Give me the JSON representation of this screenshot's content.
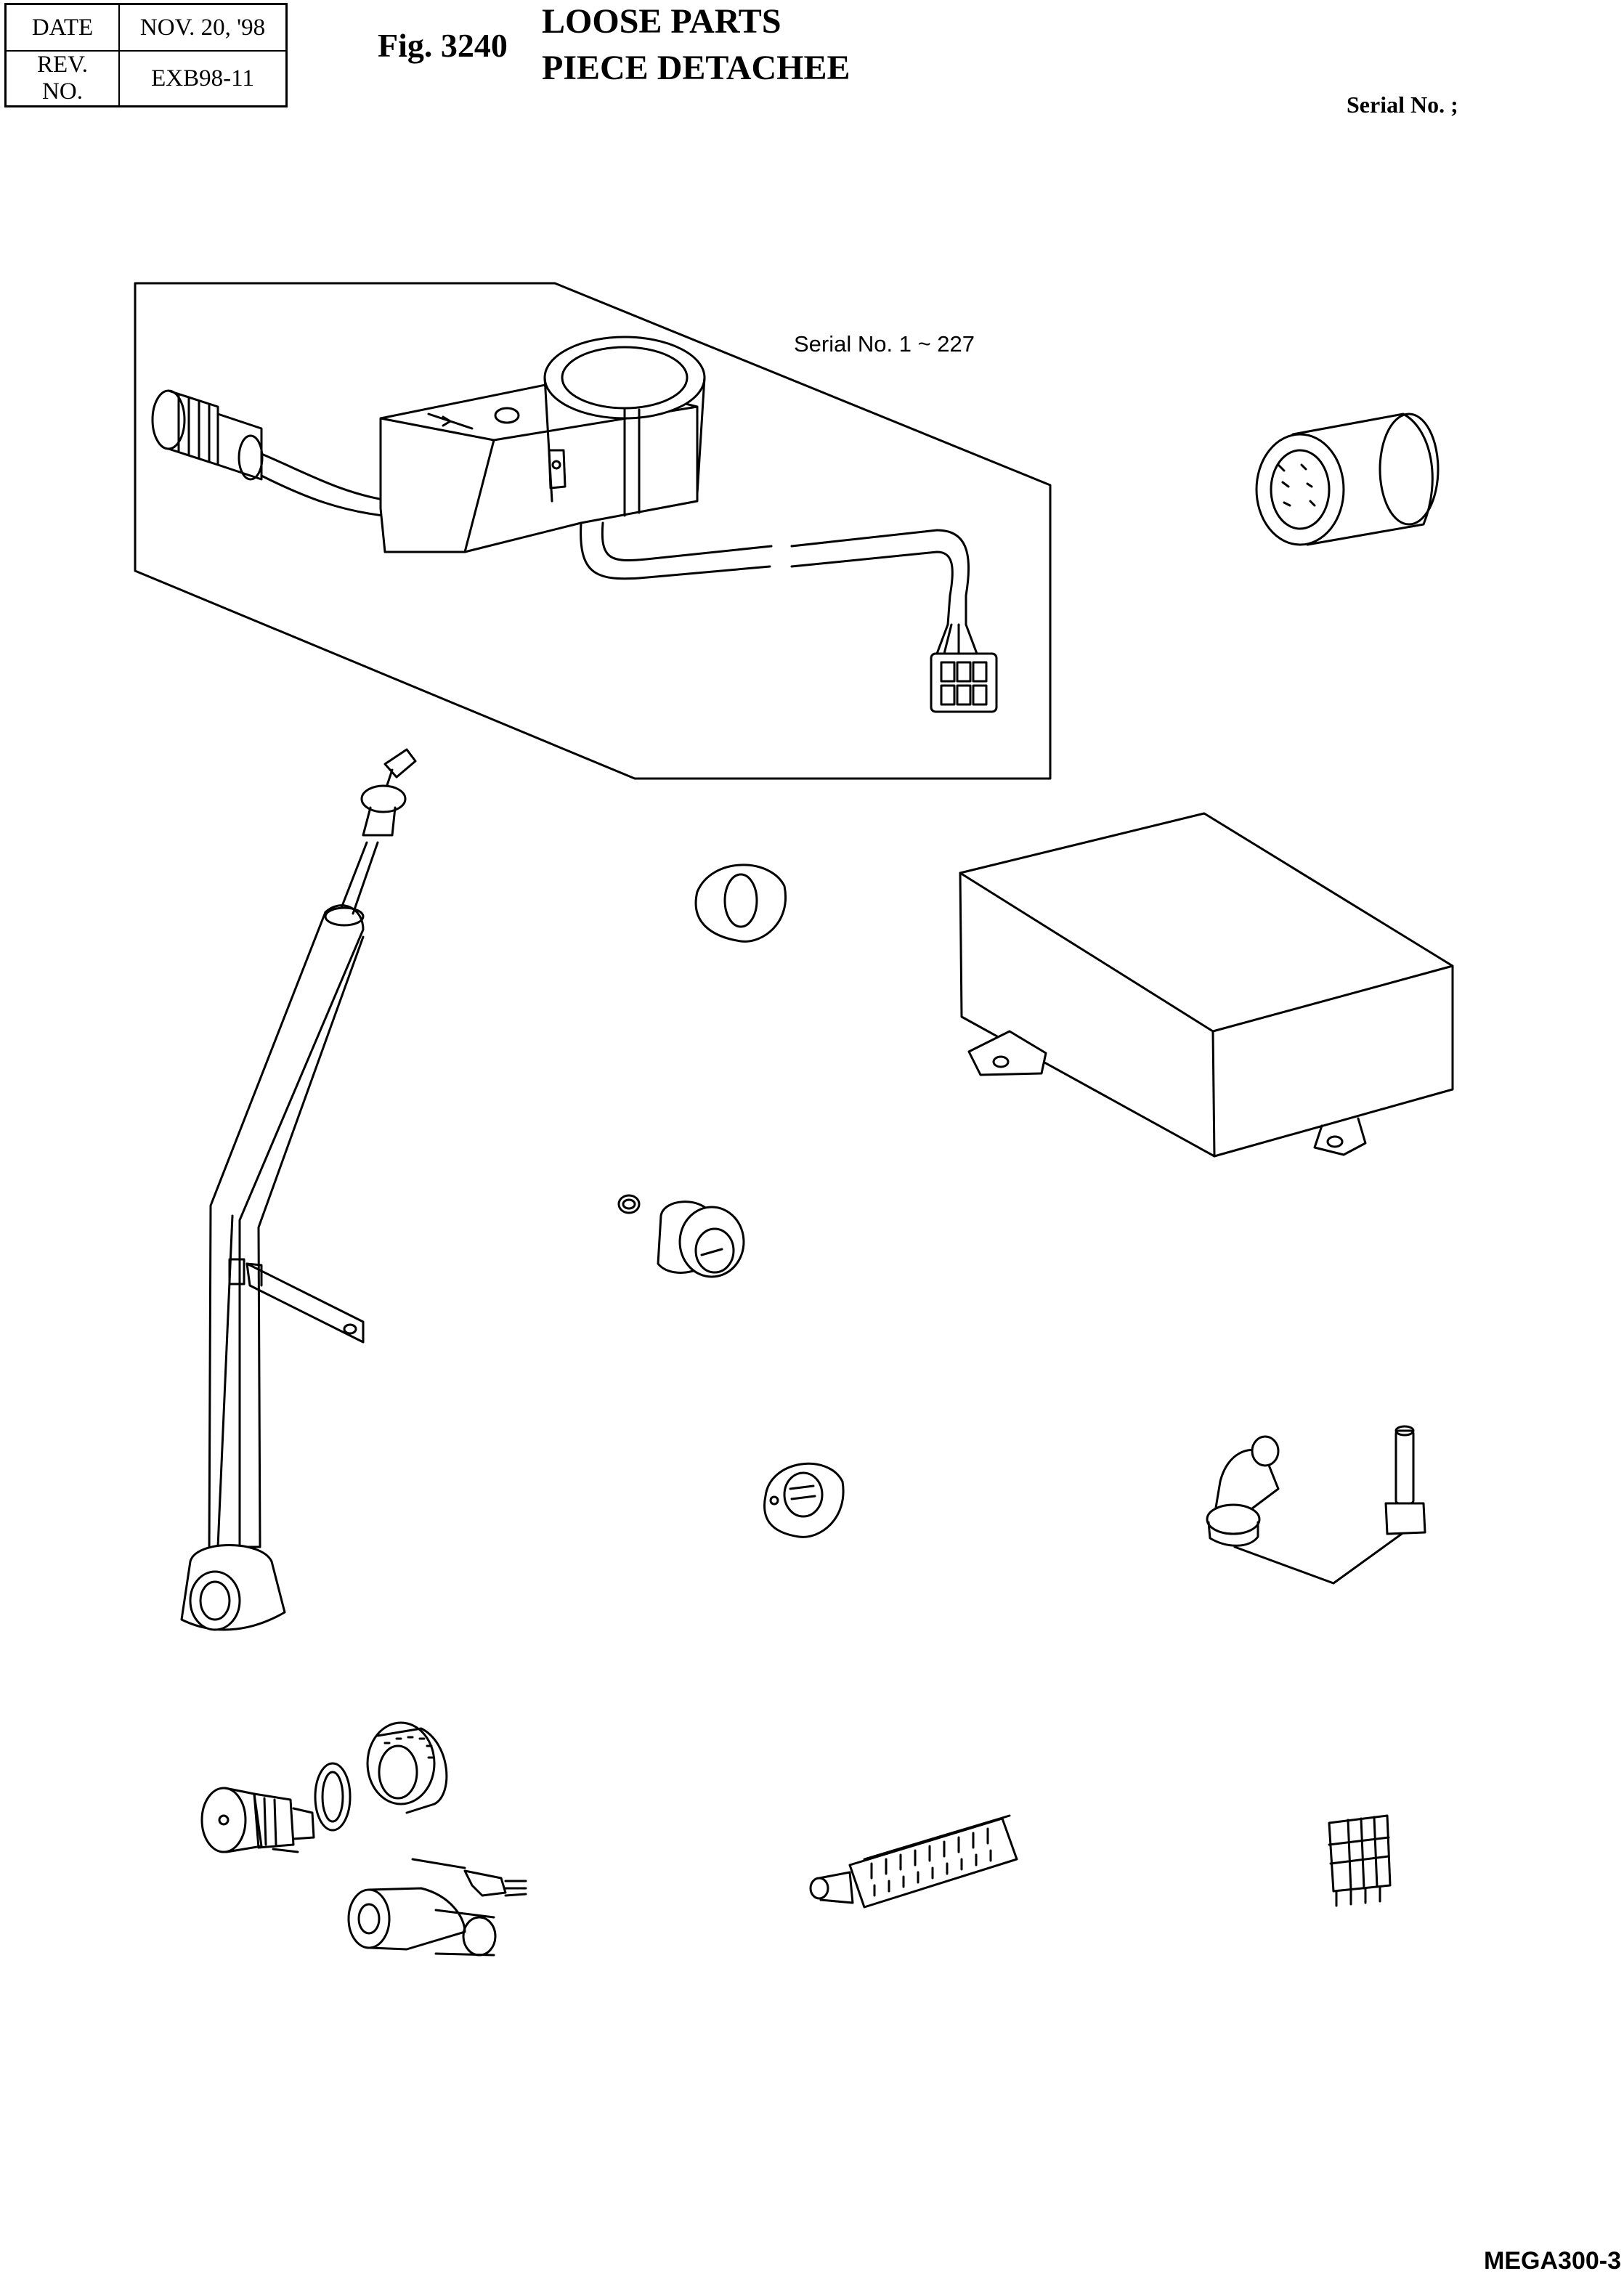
{
  "header": {
    "date_label": "DATE",
    "date_value": "NOV. 20, '98",
    "rev_label": "REV. NO.",
    "rev_value": "EXB98-11"
  },
  "figure": {
    "number": "Fig. 3240",
    "title_en": "LOOSE PARTS",
    "title_fr": "PIECE DETACHEE",
    "serial_label": "Serial No. ;"
  },
  "callouts": {
    "serial_range": "Serial No. 1 ~ 227"
  },
  "footer": {
    "page_code": "MEGA300-3"
  }
}
